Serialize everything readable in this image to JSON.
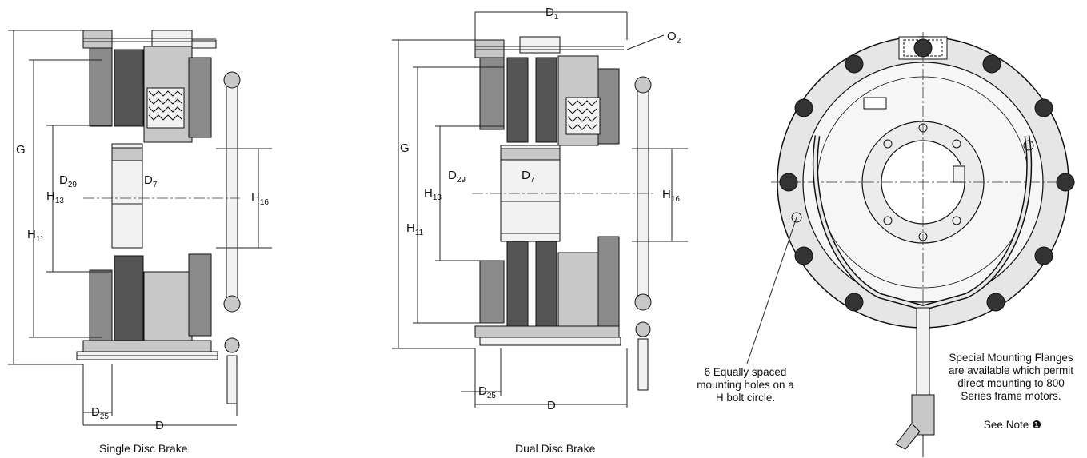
{
  "views": {
    "single": {
      "caption": "Single Disc Brake",
      "labels": {
        "G": "G",
        "H11": "H",
        "H11_sub": "11",
        "H13": "H",
        "H13_sub": "13",
        "D29": "D",
        "D29_sub": "29",
        "D7": "D",
        "D7_sub": "7",
        "H16": "H",
        "H16_sub": "16",
        "D25": "D",
        "D25_sub": "25",
        "D": "D"
      }
    },
    "dual": {
      "caption": "Dual Disc Brake",
      "labels": {
        "D1": "D",
        "D1_sub": "1",
        "O2": "O",
        "O2_sub": "2",
        "G": "G",
        "H13": "H",
        "H13_sub": "13",
        "H11": "H",
        "H11_sub": "11",
        "D29": "D",
        "D29_sub": "29",
        "D7": "D",
        "D7_sub": "7",
        "H16": "H",
        "H16_sub": "16",
        "D25": "D",
        "D25_sub": "25",
        "D": "D"
      }
    },
    "end": {
      "holes_note": [
        "6 Equally spaced",
        "mounting holes on a",
        "H bolt circle."
      ],
      "flange_note": [
        "Special Mounting Flanges",
        "are available which permit",
        "direct mounting to 800",
        "Series frame motors."
      ],
      "see_note": "See Note ❶"
    }
  },
  "colors": {
    "dark": "#555555",
    "mid": "#8a8a8a",
    "light": "#c8c8c8",
    "line": "#111111"
  }
}
